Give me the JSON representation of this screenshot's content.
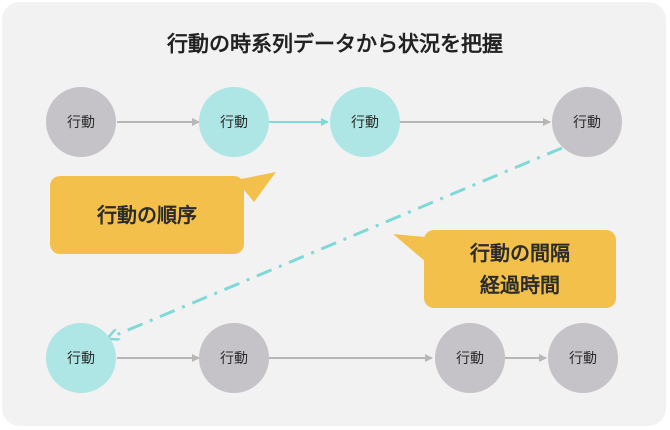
{
  "title": "行動の時系列データから状況を把握",
  "node_label": "行動",
  "callout_order": "行動の順序",
  "callout_interval": [
    "行動の間隔",
    "経過時間"
  ],
  "colors": {
    "panel": "#f2f2f2",
    "node_gray": "#c5c3c7",
    "node_cyan": "#ade6e4",
    "arrow_gray": "#b7b7b7",
    "arrow_cyan": "#7fd9d7",
    "callout": "#f2c04b"
  }
}
